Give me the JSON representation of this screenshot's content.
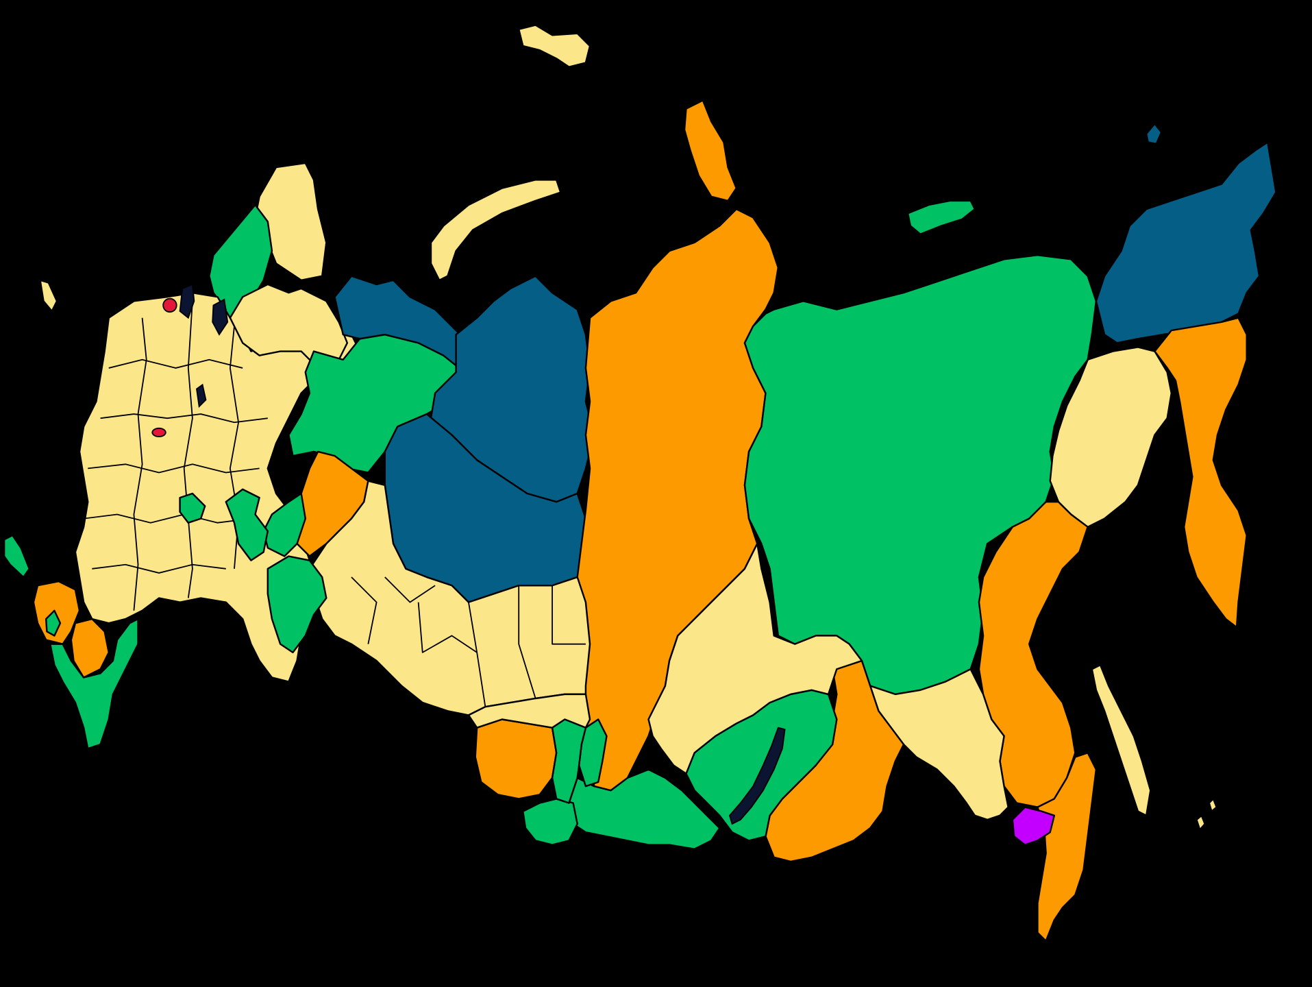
{
  "map": {
    "palette": {
      "background": "#000000",
      "light_yellow": "#fce68a",
      "green": "#00c264",
      "blue": "#055e86",
      "orange": "#fd9a00",
      "magenta": "#c300ff",
      "red": "#e3163a",
      "border": "#000000"
    },
    "categories": [
      {
        "id": "cat-yellow",
        "color": "#fce68a"
      },
      {
        "id": "cat-green",
        "color": "#00c264"
      },
      {
        "id": "cat-blue",
        "color": "#055e86"
      },
      {
        "id": "cat-orange",
        "color": "#fd9a00"
      },
      {
        "id": "cat-magenta",
        "color": "#c300ff"
      },
      {
        "id": "cat-red",
        "color": "#e3163a"
      }
    ]
  }
}
